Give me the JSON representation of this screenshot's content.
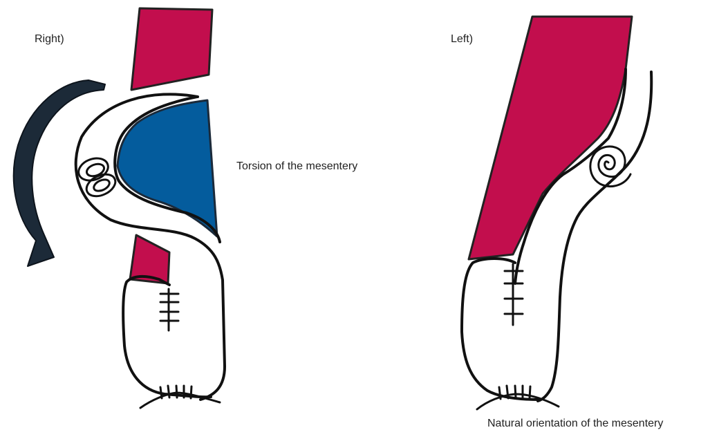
{
  "labels": {
    "right": "Right)",
    "left": "Left)",
    "torsion": "Torsion of the mesentery",
    "natural": "Natural orientation of the mesentery"
  },
  "colors": {
    "vessel_red": "#c20e4d",
    "mesentery_blue": "#045c9d",
    "arrow_dark": "#1c2a38",
    "outline": "#111111"
  }
}
